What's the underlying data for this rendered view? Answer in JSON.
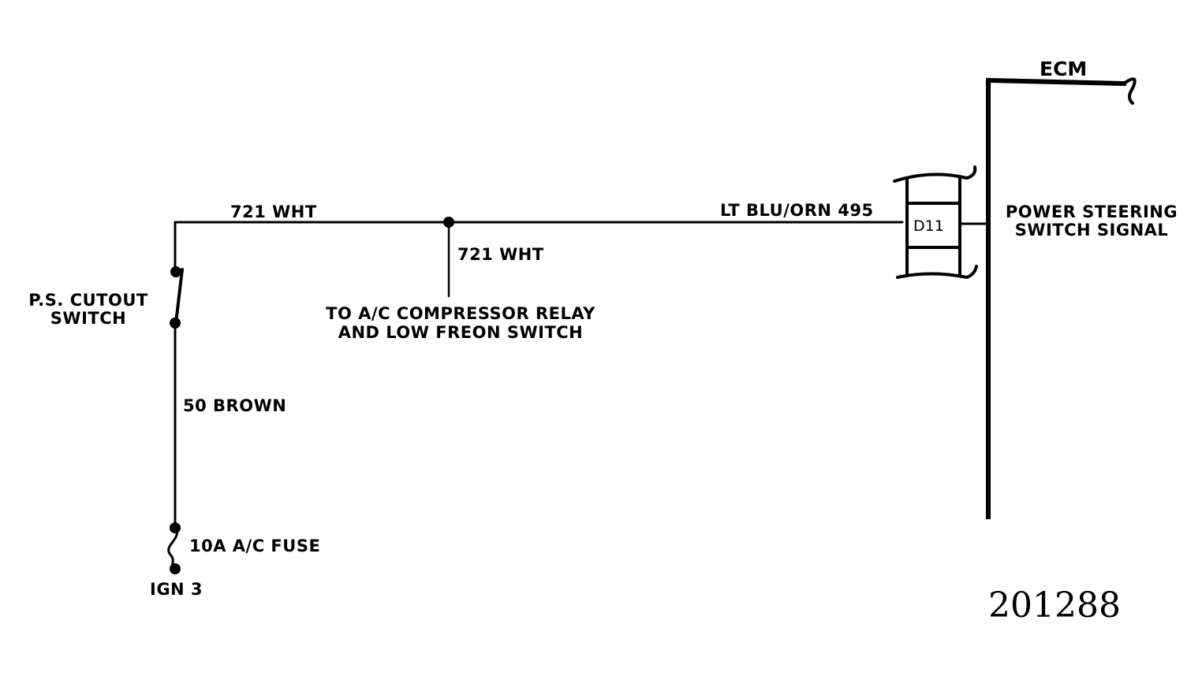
{
  "ecm": {
    "label": "ECM"
  },
  "wires": {
    "top_left": "721 WHT",
    "branch": "721 WHT",
    "top_right": "LT BLU/ORN 495",
    "vertical": "50  BROWN"
  },
  "switch": {
    "line1": "P.S. CUTOUT",
    "line2": "SWITCH"
  },
  "branch_destination": {
    "line1": "TO A/C COMPRESSOR RELAY",
    "line2": "AND LOW FREON SWITCH"
  },
  "connector": {
    "pin": "D11"
  },
  "ecm_signal": {
    "line1": "POWER STEERING",
    "line2": "SWITCH SIGNAL"
  },
  "fuse": {
    "label": "10A A/C FUSE"
  },
  "power_source": {
    "label": "IGN 3"
  },
  "figure_number": "201288"
}
